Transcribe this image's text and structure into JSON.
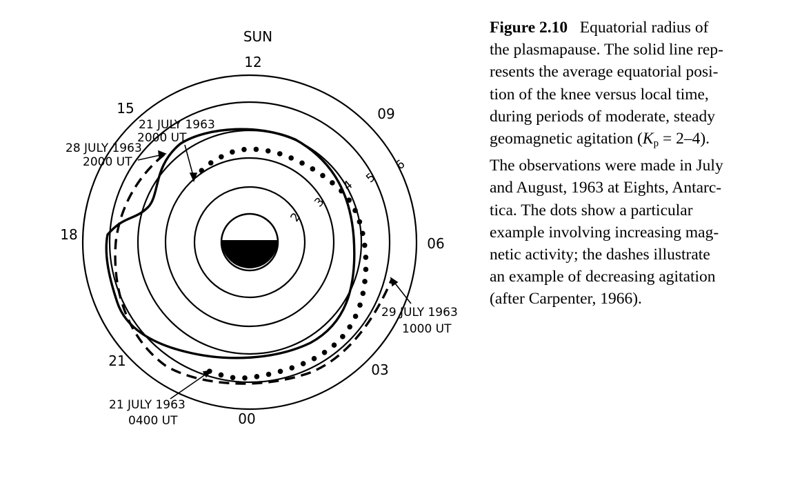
{
  "diagram": {
    "sun_label": "SUN",
    "hour_labels": [
      "12",
      "09",
      "06",
      "03",
      "00",
      "21",
      "18",
      "15"
    ],
    "l_shell_labels": [
      "2",
      "3",
      "4",
      "5",
      "6"
    ],
    "annotations": [
      "21 JULY 1963",
      "2000 UT",
      "28 JULY 1963",
      "2000 UT",
      "29 JULY 1963",
      "1000 UT",
      "21 JULY 1963",
      "0400 UT"
    ]
  },
  "caption": {
    "label": "Figure 2.10",
    "lead": "Equatorial radius of",
    "lines": [
      "the plasmapause. The solid line rep-",
      "resents the average equatorial posi-",
      "tion of the knee versus local time,",
      "during periods of moderate, steady"
    ],
    "kp_pre": "geomagnetic agitation (",
    "kp_var": "K",
    "kp_sub": "p",
    "kp_post": " = 2–4).",
    "lines2": [
      "The observations were made in July",
      "and August, 1963 at Eights, Antarc-",
      "tica. The dots show a particular",
      "example involving increasing mag-",
      "netic activity; the dashes illustrate",
      "an example of decreasing agitation",
      "(after Carpenter, 1966)."
    ]
  }
}
